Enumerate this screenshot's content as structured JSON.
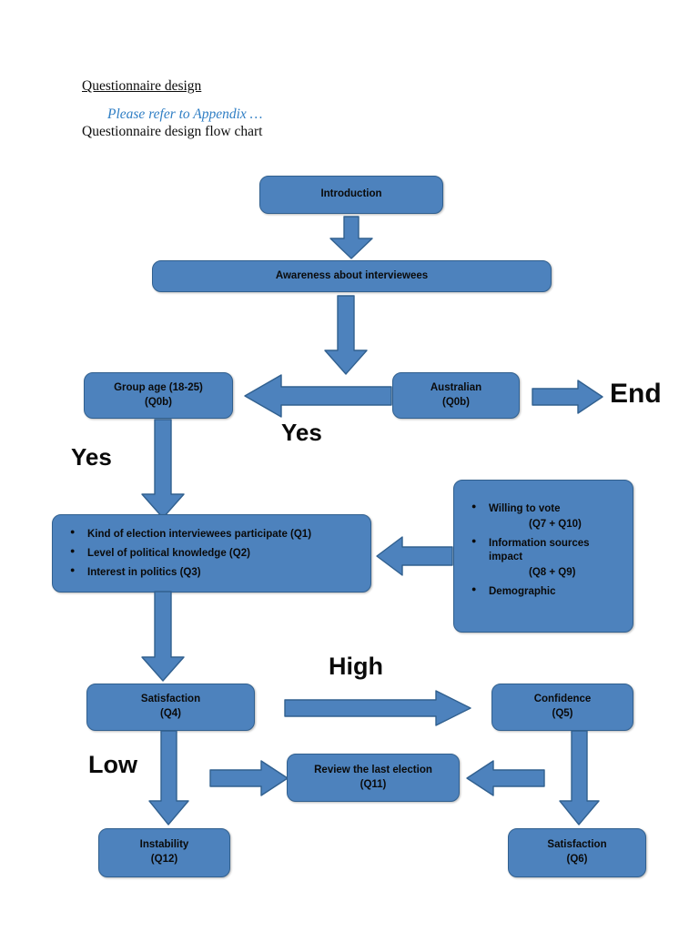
{
  "page": {
    "background": "#ffffff",
    "box_fill": "#4d82bd",
    "box_border": "#31608f",
    "accent_link_color": "#2f7ec4",
    "text_color": "#0a0a0a"
  },
  "header": {
    "title": "Questionnaire design",
    "appendix_note": "Please refer to Appendix …",
    "subtitle": "Questionnaire design flow chart"
  },
  "nodes": {
    "introduction": {
      "label": "Introduction"
    },
    "awareness": {
      "label": "Awareness about interviewees"
    },
    "group_age": {
      "line1": "Group age (18-25)",
      "line2": "(Q0b)"
    },
    "australian": {
      "line1": "Australian",
      "line2": "(Q0b)"
    },
    "end": {
      "label": "End"
    },
    "topics_left": {
      "bullets": [
        "Kind of election interviewees participate (Q1)",
        "Level of political knowledge (Q2)",
        "Interest in politics (Q3)"
      ]
    },
    "topics_right": {
      "bullets": [
        {
          "text": "Willing to vote",
          "sub": "(Q7 + Q10)"
        },
        {
          "text": "Information sources impact",
          "sub": "(Q8 + Q9)"
        },
        {
          "text": "Demographic",
          "sub": ""
        }
      ]
    },
    "satisfaction_q4": {
      "line1": "Satisfaction",
      "line2": "(Q4)"
    },
    "confidence_q5": {
      "line1": "Confidence",
      "line2": "(Q5)"
    },
    "review_q11": {
      "line1": "Review the last election",
      "line2": "(Q11)"
    },
    "instability_q12": {
      "line1": "Instability",
      "line2": "(Q12)"
    },
    "satisfaction_q6": {
      "line1": "Satisfaction",
      "line2": "(Q6)"
    }
  },
  "labels": {
    "yes_australian": "Yes",
    "yes_group_age": "Yes",
    "high": "High",
    "low": "Low"
  }
}
